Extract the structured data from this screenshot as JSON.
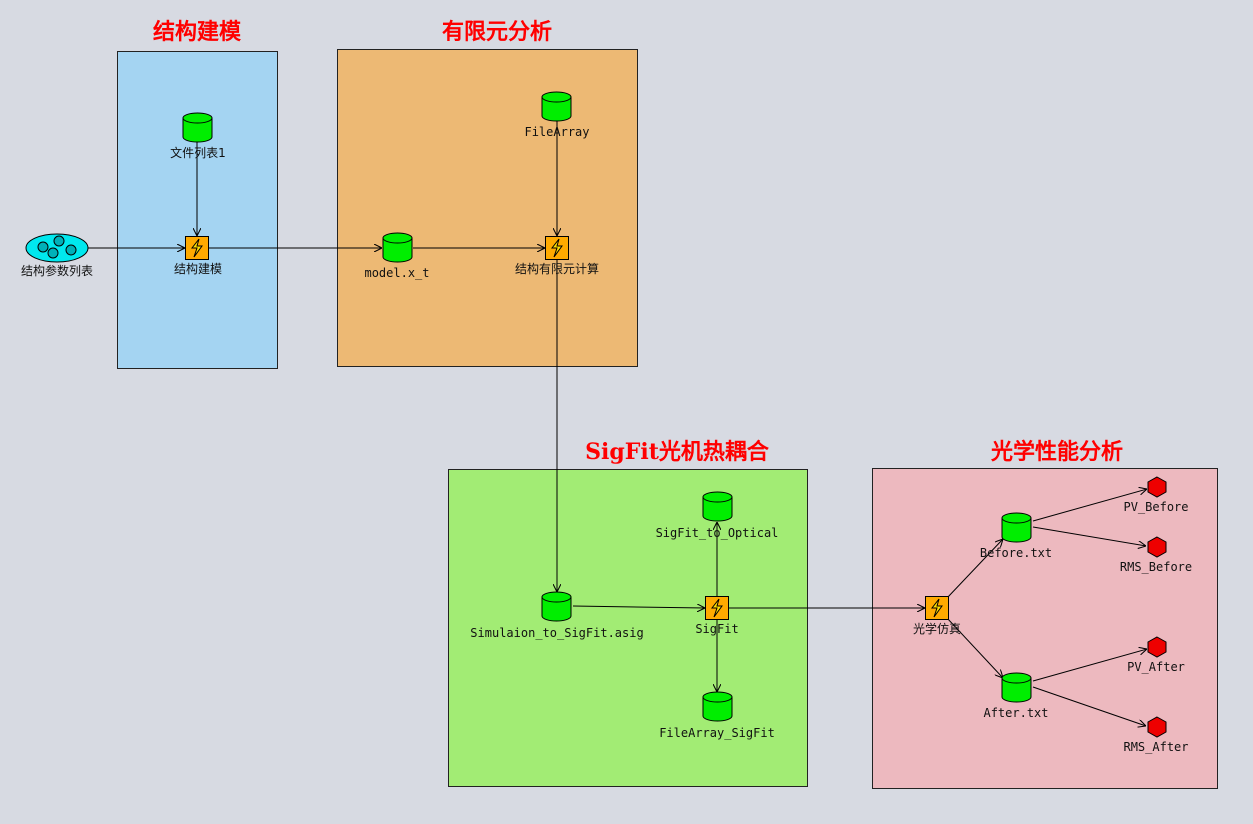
{
  "groups": {
    "modeling": {
      "title": "结构建模",
      "color": "#a4d4f2"
    },
    "fea": {
      "title": "有限元分析",
      "color": "#edb974"
    },
    "sigfit": {
      "title": "SigFit光机热耦合",
      "color": "#a2ec74"
    },
    "optical": {
      "title": "光学性能分析",
      "color": "#edb9bf"
    }
  },
  "nodes": {
    "param_list": {
      "label": "结构参数列表",
      "icon": "dataset-ellipse-icon"
    },
    "file_list": {
      "label": "文件列表1",
      "icon": "database-icon"
    },
    "modeling_task": {
      "label": "结构建模",
      "icon": "lightning-task-icon"
    },
    "model_xt": {
      "label": "model.x_t",
      "icon": "database-icon"
    },
    "file_array": {
      "label": "FileArray",
      "icon": "database-icon"
    },
    "fea_task": {
      "label": "结构有限元计算",
      "icon": "lightning-task-icon"
    },
    "sim_asig": {
      "label": "Simulaion_to_SigFit.asig",
      "icon": "database-icon"
    },
    "sigfit_optical": {
      "label": "SigFit_to_Optical",
      "icon": "database-icon"
    },
    "sigfit_task": {
      "label": "SigFit",
      "icon": "lightning-task-icon"
    },
    "file_array_sigfit": {
      "label": "FileArray_SigFit",
      "icon": "database-icon"
    },
    "optical_task": {
      "label": "光学仿真",
      "icon": "lightning-task-icon"
    },
    "before_txt": {
      "label": "Before.txt",
      "icon": "database-icon"
    },
    "after_txt": {
      "label": "After.txt",
      "icon": "database-icon"
    },
    "pv_before": {
      "label": "PV_Before",
      "icon": "hexagon-output-icon"
    },
    "rms_before": {
      "label": "RMS_Before",
      "icon": "hexagon-output-icon"
    },
    "pv_after": {
      "label": "PV_After",
      "icon": "hexagon-output-icon"
    },
    "rms_after": {
      "label": "RMS_After",
      "icon": "hexagon-output-icon"
    }
  },
  "colors": {
    "database": "#00ee00",
    "task": "#ffaa00",
    "output": "#ee0000",
    "dataset": "#00e8ee",
    "title": "#ff0000"
  }
}
